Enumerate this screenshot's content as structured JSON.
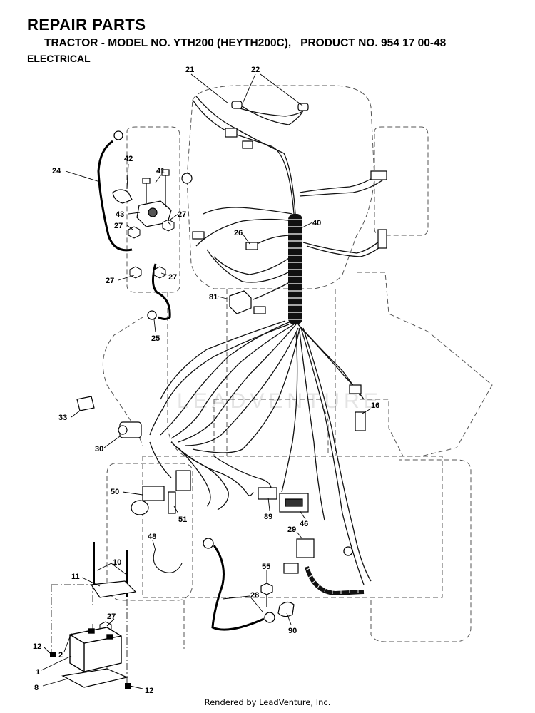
{
  "header": {
    "title": "REPAIR PARTS",
    "subtitle": "TRACTOR - MODEL NO. YTH200 (HEYTH200C),   PRODUCT NO. 954 17 00-48",
    "section": "ELECTRICAL"
  },
  "watermark": "LEADVENTURE",
  "footer": "Rendered by LeadVenture, Inc.",
  "callouts": [
    {
      "id": "c21",
      "label": "21"
    },
    {
      "id": "c22",
      "label": "22"
    },
    {
      "id": "c24",
      "label": "24"
    },
    {
      "id": "c42",
      "label": "42"
    },
    {
      "id": "c41",
      "label": "41"
    },
    {
      "id": "c43",
      "label": "43"
    },
    {
      "id": "c27a",
      "label": "27"
    },
    {
      "id": "c27b",
      "label": "27"
    },
    {
      "id": "c27c",
      "label": "27"
    },
    {
      "id": "c27d",
      "label": "27"
    },
    {
      "id": "c27e",
      "label": "27"
    },
    {
      "id": "c26",
      "label": "26"
    },
    {
      "id": "c40",
      "label": "40"
    },
    {
      "id": "c81",
      "label": "81"
    },
    {
      "id": "c25",
      "label": "25"
    },
    {
      "id": "c33",
      "label": "33"
    },
    {
      "id": "c30",
      "label": "30"
    },
    {
      "id": "c16",
      "label": "16"
    },
    {
      "id": "c50",
      "label": "50"
    },
    {
      "id": "c51",
      "label": "51"
    },
    {
      "id": "c89",
      "label": "89"
    },
    {
      "id": "c46",
      "label": "46"
    },
    {
      "id": "c29",
      "label": "29"
    },
    {
      "id": "c48",
      "label": "48"
    },
    {
      "id": "c10",
      "label": "10"
    },
    {
      "id": "c11",
      "label": "11"
    },
    {
      "id": "c55",
      "label": "55"
    },
    {
      "id": "c28",
      "label": "28"
    },
    {
      "id": "c90",
      "label": "90"
    },
    {
      "id": "c12a",
      "label": "12"
    },
    {
      "id": "c2",
      "label": "2"
    },
    {
      "id": "c1",
      "label": "1"
    },
    {
      "id": "c8",
      "label": "8"
    },
    {
      "id": "c12b",
      "label": "12"
    }
  ]
}
